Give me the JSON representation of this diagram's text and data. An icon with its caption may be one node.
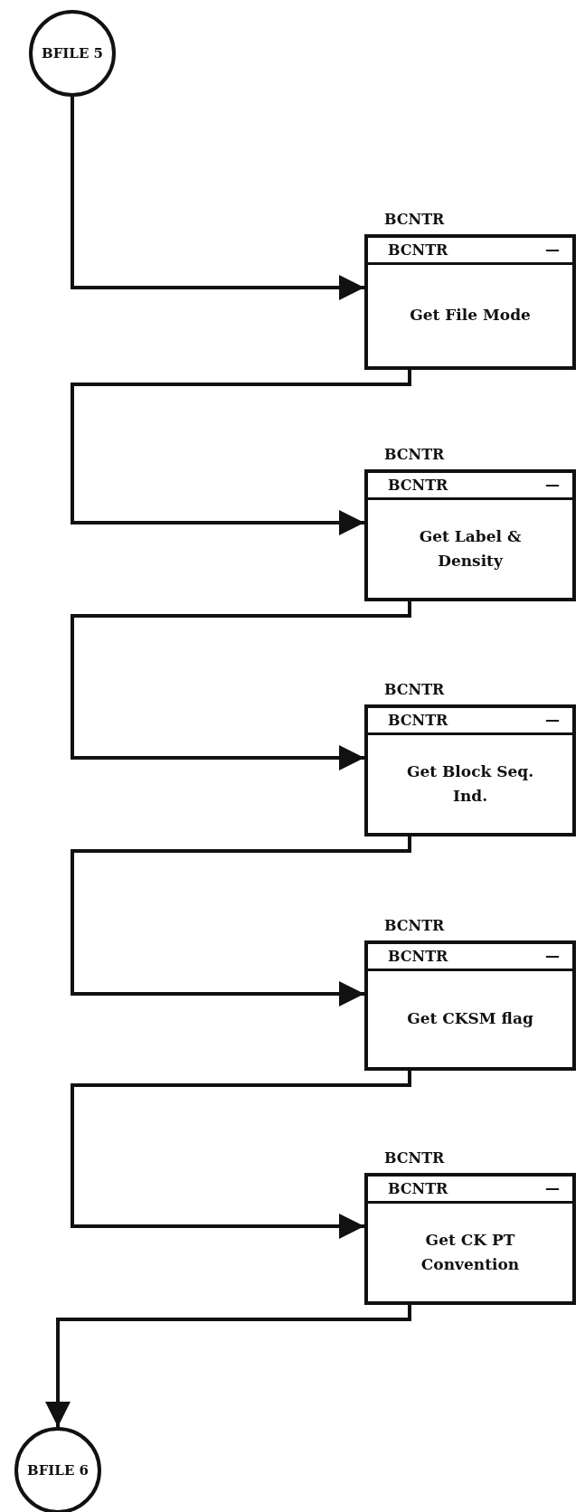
{
  "diagram": {
    "nodes": [
      {
        "text": [
          "BFILE 5"
        ]
      },
      {
        "text": [
          "BCNTR",
          "—",
          "Get File Mode"
        ],
        "beside": [
          "BCNTR"
        ]
      },
      {
        "text": [
          "BCNTR",
          "—",
          "Get Label & Density"
        ],
        "beside": [
          "BCNTR"
        ]
      },
      {
        "text": [
          "BCNTR",
          "—",
          "Get Block Seq. Ind."
        ],
        "beside": [
          "BCNTR"
        ]
      },
      {
        "text": [
          "BCNTR",
          "—",
          "Get CKSM flag"
        ],
        "beside": [
          "BCNTR"
        ]
      },
      {
        "text": [
          "BCNTR",
          "—",
          "Get CK PT Convention"
        ],
        "beside": [
          "BCNTR"
        ]
      },
      {
        "text": [
          "BFILE 6"
        ]
      }
    ],
    "edges": [
      {
        "from": 0,
        "to": 1,
        "arrow": "to"
      },
      {
        "from": 1,
        "to": 2,
        "arrow": "to"
      },
      {
        "from": 2,
        "to": 3,
        "arrow": "to"
      },
      {
        "from": 3,
        "to": 4,
        "arrow": "to"
      },
      {
        "from": 4,
        "to": 5,
        "arrow": "to"
      },
      {
        "from": 5,
        "to": 6,
        "arrow": "to"
      }
    ]
  }
}
